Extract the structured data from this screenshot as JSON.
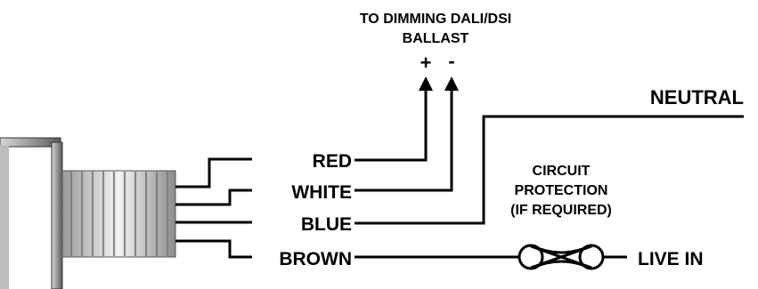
{
  "ballast": {
    "title_line1": "TO DIMMING DALI/DSI",
    "title_line2": "BALLAST",
    "plus": "+",
    "minus": "-"
  },
  "wires": {
    "red": "RED",
    "white": "WHITE",
    "blue": "BLUE",
    "brown": "BROWN"
  },
  "neutral": "NEUTRAL",
  "circuit": {
    "line1": "CIRCUIT",
    "line2": "PROTECTION",
    "line3": "(IF REQUIRED)"
  },
  "live_in": "LIVE IN",
  "colors": {
    "line": "#000000",
    "background": "#ffffff"
  }
}
